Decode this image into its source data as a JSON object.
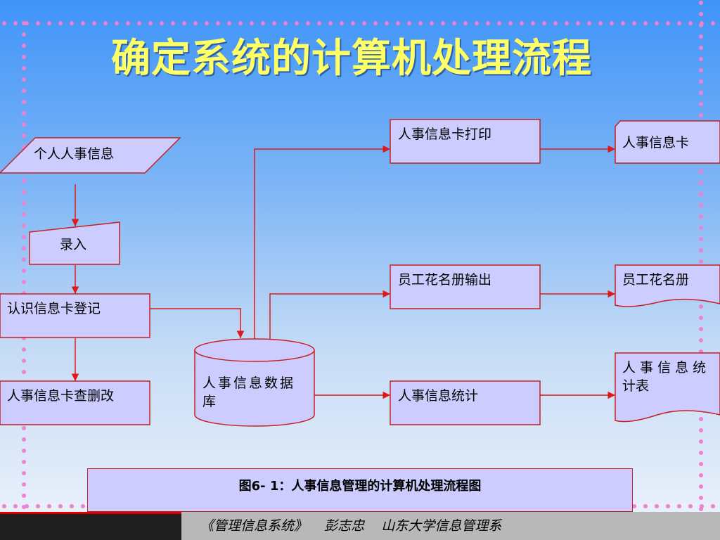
{
  "slide": {
    "title": "确定系统的计算机处理流程",
    "caption": "图6- 1：人事信息管理的计算机处理流程图",
    "footer": "《管理信息系统》    彭志忠    山东大学信息管理系"
  },
  "diagram": {
    "nodes": {
      "personal_info": "个人人事信息",
      "input": "录入",
      "card_register": "认识信息卡登记",
      "card_edit": "人事信息卡查删改",
      "database_line1": "人事信息数据",
      "database_line2": "库",
      "card_print": "人事信息卡打印",
      "roster_output": "员工花名册输出",
      "statistics": "人事信息统计",
      "info_card": "人事信息卡",
      "roster": "员工花名册",
      "stats_table_line1": "人 事 信 息 统",
      "stats_table_line2": "计表"
    }
  },
  "colors": {
    "box_fill": "#ccccff",
    "border": "#c42121",
    "title": "#ffff66",
    "dots": "#f080d0"
  }
}
